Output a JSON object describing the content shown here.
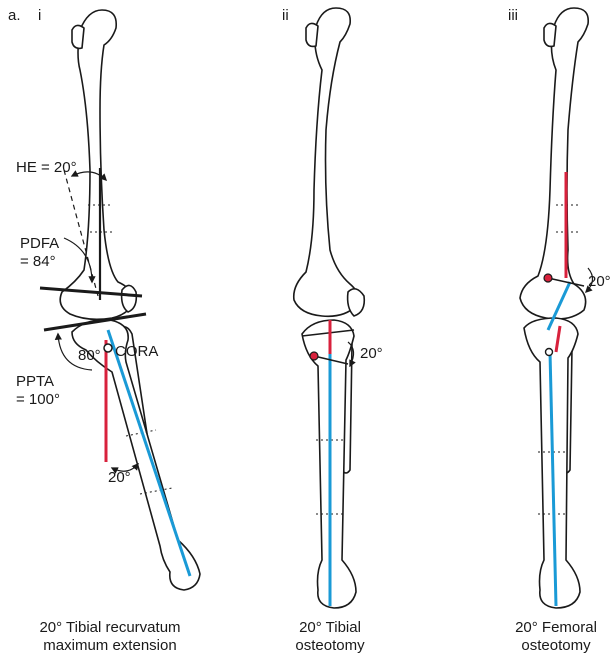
{
  "figure": {
    "panel_label": "a.",
    "colors": {
      "mechanical_axis_blue": "#1a9ad6",
      "reference_line_red": "#d8213c",
      "outline": "#1a1a1a"
    },
    "panels": [
      {
        "numeral": "i",
        "labels": {
          "he": "HE = 20°",
          "pdfa_1": "PDFA",
          "pdfa_2": "= 84°",
          "pppta_1": "PPTA",
          "pppta_2": "= 100°",
          "angle_80": "80°",
          "cora": "CORA",
          "angle_20": "20°"
        },
        "caption": [
          "20° Tibial recurvatum",
          "maximum extension"
        ]
      },
      {
        "numeral": "ii",
        "labels": {
          "angle_20": "20°"
        },
        "caption": [
          "20° Tibial",
          "osteotomy"
        ]
      },
      {
        "numeral": "iii",
        "labels": {
          "angle_20": "20°"
        },
        "caption": [
          "20° Femoral",
          "osteotomy"
        ]
      }
    ]
  }
}
